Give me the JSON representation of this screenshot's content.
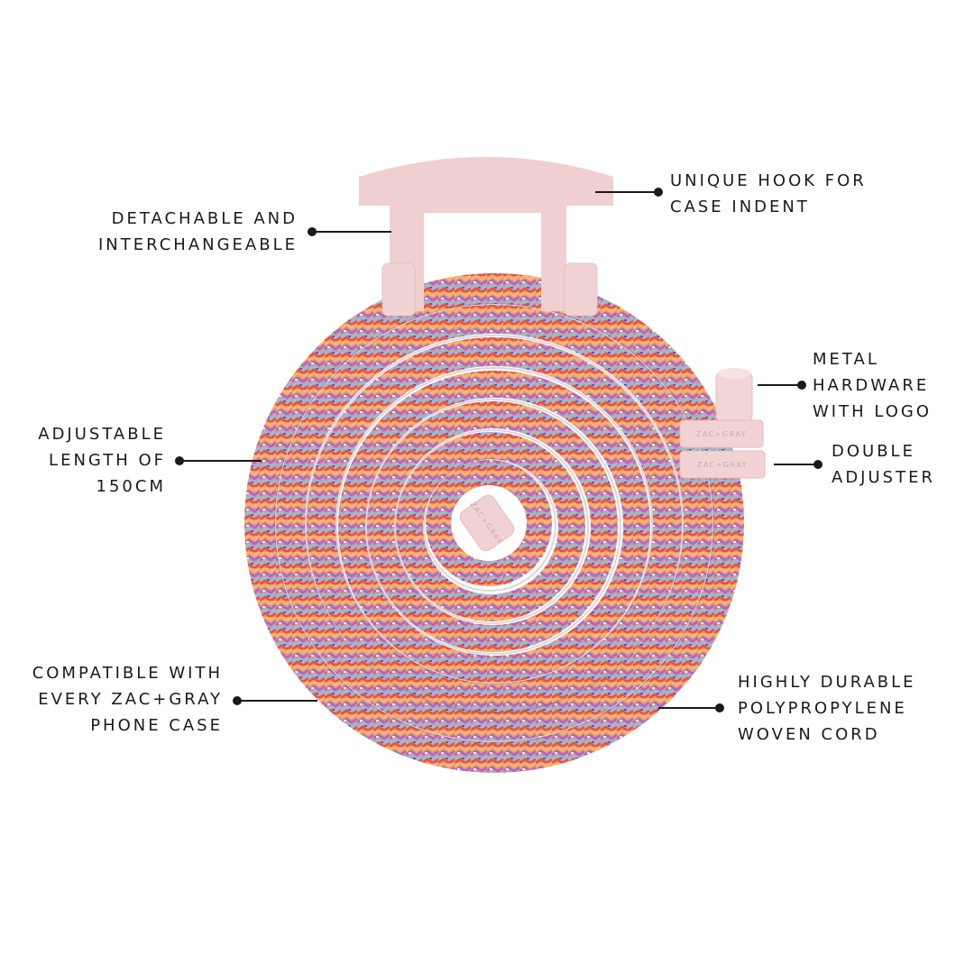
{
  "labels": {
    "detachable": [
      "DETACHABLE AND",
      "INTERCHANGEABLE"
    ],
    "hook": [
      "UNIQUE HOOK FOR",
      "CASE INDENT"
    ],
    "metal": [
      "METAL",
      "HARDWARE",
      "WITH LOGO"
    ],
    "adjustable": [
      "ADJUSTABLE",
      "LENGTH OF",
      "150CM"
    ],
    "double": [
      "DOUBLE",
      "ADJUSTER"
    ],
    "compatible": [
      "COMPATIBLE WITH",
      "EVERY ZAC+GRAY",
      "PHONE CASE"
    ],
    "durable": [
      "HIGHLY DURABLE",
      "POLYPROPYLENE",
      "WOVEN CORD"
    ]
  },
  "brand": {
    "adjuster_text": "ZAC+GRAY",
    "end_text": "ZAC+GRAY"
  },
  "colors": {
    "hardware_pink": "#f0d2d2",
    "cord_base": "#e98a8a",
    "line": "#1a1a1a"
  }
}
